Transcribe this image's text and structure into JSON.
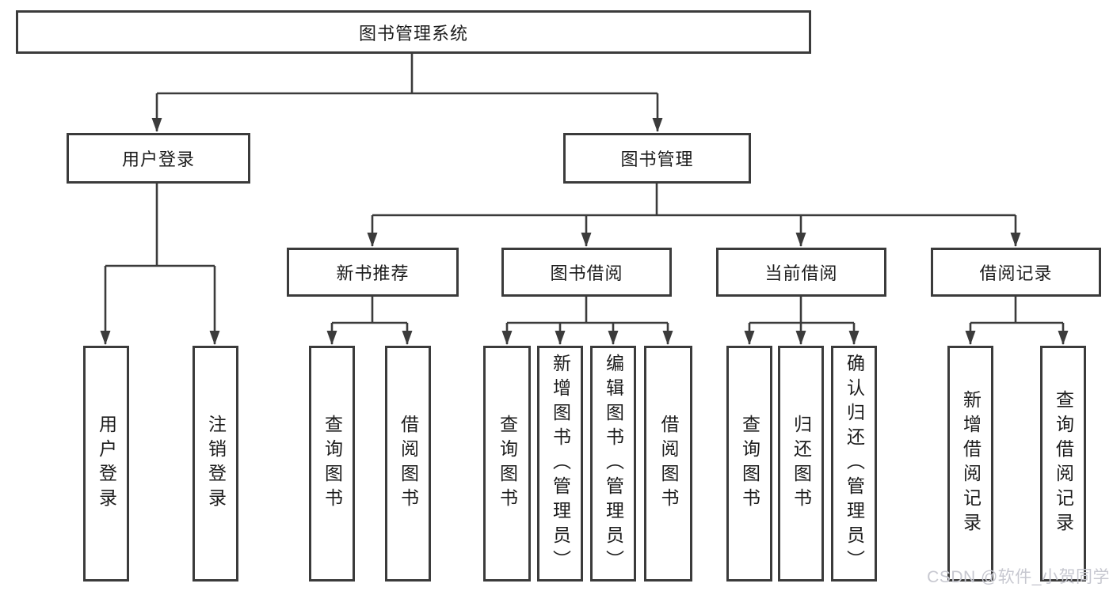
{
  "tree": {
    "root": {
      "label": "图书管理系统"
    },
    "branches": [
      {
        "label": "用户登录",
        "children": [
          {
            "label": "用户登录"
          },
          {
            "label": "注销登录"
          }
        ]
      },
      {
        "label": "图书管理",
        "children": [
          {
            "label": "新书推荐",
            "children": [
              {
                "label": "查询图书"
              },
              {
                "label": "借阅图书"
              }
            ]
          },
          {
            "label": "图书借阅",
            "children": [
              {
                "label": "查询图书"
              },
              {
                "label": "新增图书（管理员）"
              },
              {
                "label": "编辑图书（管理员）"
              },
              {
                "label": "借阅图书"
              }
            ]
          },
          {
            "label": "当前借阅",
            "children": [
              {
                "label": "查询图书"
              },
              {
                "label": "归还图书"
              },
              {
                "label": "确认归还（管理员）"
              }
            ]
          },
          {
            "label": "借阅记录",
            "children": [
              {
                "label": "新增借阅记录"
              },
              {
                "label": "查询借阅记录"
              }
            ]
          }
        ]
      }
    ]
  },
  "colors": {
    "line": "#3b3b3b",
    "box_fill": "#ffffff",
    "text": "#1c1c1c",
    "watermark": "#c7c8d0"
  },
  "watermark": "CSDN @软件_小贺同学"
}
